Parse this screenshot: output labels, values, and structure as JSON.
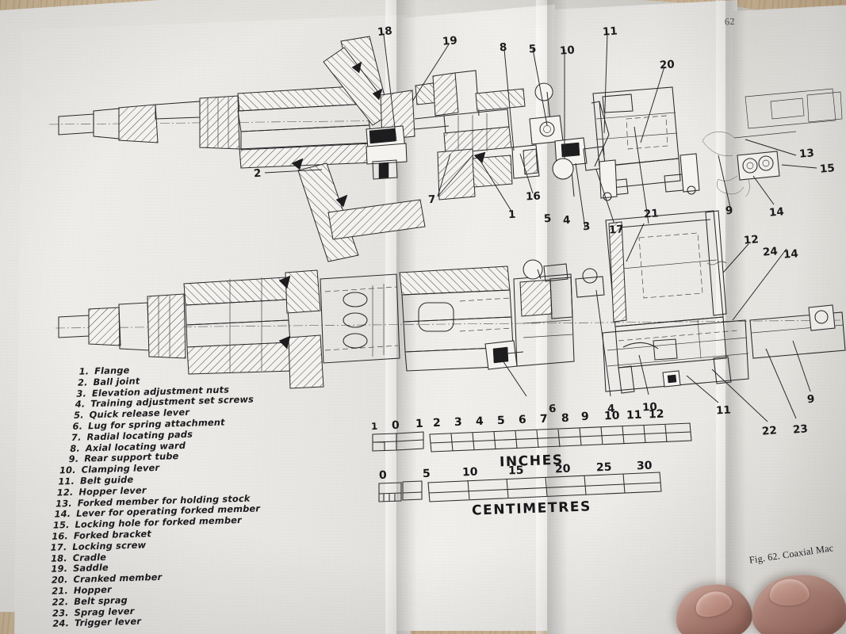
{
  "photo": {
    "subject": "folded fold-out technical plate in an open book on a wooden table",
    "page_number": "62"
  },
  "figure": {
    "caption": "Fig. 62.   Coaxial Mac",
    "caption_note": "caption continues past the right edge of the photograph"
  },
  "legend": {
    "items": [
      {
        "num": "1.",
        "label": "Flange"
      },
      {
        "num": "2.",
        "label": "Ball joint"
      },
      {
        "num": "3.",
        "label": "Elevation adjustment nuts"
      },
      {
        "num": "4.",
        "label": "Training adjustment set screws"
      },
      {
        "num": "5.",
        "label": "Quick release lever"
      },
      {
        "num": "6.",
        "label": "Lug for spring attachment"
      },
      {
        "num": "7.",
        "label": "Radial locating pads"
      },
      {
        "num": "8.",
        "label": "Axial locating ward"
      },
      {
        "num": "9.",
        "label": "Rear support tube"
      },
      {
        "num": "10.",
        "label": "Clamping lever"
      },
      {
        "num": "11.",
        "label": "Belt guide"
      },
      {
        "num": "12.",
        "label": "Hopper lever"
      },
      {
        "num": "13.",
        "label": "Forked member for holding stock"
      },
      {
        "num": "14.",
        "label": "Lever for operating forked member"
      },
      {
        "num": "15.",
        "label": "Locking hole for forked member"
      },
      {
        "num": "16.",
        "label": "Forked bracket"
      },
      {
        "num": "17.",
        "label": "Locking screw"
      },
      {
        "num": "18.",
        "label": "Cradle"
      },
      {
        "num": "19.",
        "label": "Saddle"
      },
      {
        "num": "20.",
        "label": "Cranked member"
      },
      {
        "num": "21.",
        "label": "Hopper"
      },
      {
        "num": "22.",
        "label": "Belt sprag"
      },
      {
        "num": "23.",
        "label": "Sprag lever"
      },
      {
        "num": "24.",
        "label": "Trigger lever"
      }
    ]
  },
  "scales": {
    "inches": {
      "title": "INCHES",
      "ticks": [
        "1",
        "0",
        "1",
        "2",
        "3",
        "4",
        "5",
        "6",
        "7",
        "8",
        "9",
        "10",
        "11",
        "12"
      ]
    },
    "centimetres": {
      "title": "CENTIMETRES",
      "ticks": [
        "0",
        "5",
        "10",
        "15",
        "20",
        "25",
        "30"
      ]
    }
  },
  "callouts": {
    "upper": [
      "18",
      "2",
      "19",
      "8",
      "5",
      "10",
      "11",
      "20",
      "7",
      "16",
      "1",
      "13",
      "15",
      "9",
      "14"
    ],
    "middle": [
      "5",
      "4",
      "3",
      "17",
      "21",
      "12",
      "24",
      "14"
    ],
    "lower": [
      "6",
      "4",
      "10",
      "11",
      "22",
      "23",
      "9"
    ]
  },
  "colors": {
    "wood": "#cdb797",
    "paper": "#eceae6",
    "ink": "#1d1d1f",
    "skin": "#bf9185"
  }
}
